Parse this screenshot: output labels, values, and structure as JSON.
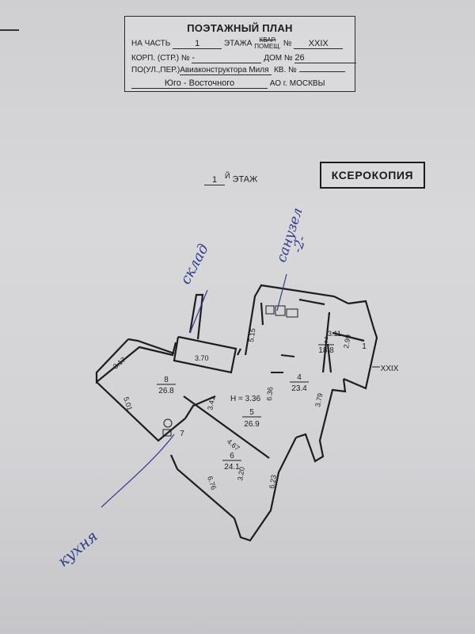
{
  "header": {
    "title": "ПОЭТАЖНЫЙ ПЛАН",
    "row1": {
      "lbl_part": "НА ЧАСТЬ",
      "part": "1",
      "lbl_floors": "ЭТАЖА",
      "kvar": "КВАР.",
      "pomesh": "ПОМЕЩ.",
      "lbl_num": "№",
      "num": "XXIX"
    },
    "row2": {
      "lbl_korp": "КОРП. (СТР.) №",
      "korp": "-",
      "lbl_dom": "ДОМ №",
      "dom": "26"
    },
    "row3": {
      "lbl_street": "ПО(УЛ.,ПЕР.)",
      "street": "Авиаконструктора Миля",
      "lbl_kv": "КВ. №",
      "kv": ""
    },
    "row4": {
      "okrug": "Юго - Восточного",
      "suffix": "АО г. МОСКВЫ"
    }
  },
  "floor": {
    "number": "1",
    "suffix": "Й",
    "label": "ЭТАЖ"
  },
  "xerocopy_stamp": "КСЕРОКОПИЯ",
  "plan": {
    "rooms": [
      {
        "id": "1",
        "area": ""
      },
      {
        "id": "2",
        "area": "18.8"
      },
      {
        "id": "4",
        "area": "23.4"
      },
      {
        "id": "5",
        "area": "26.9"
      },
      {
        "id": "6",
        "area": "24.1"
      },
      {
        "id": "7",
        "area": ""
      },
      {
        "id": "8",
        "area": "26.8"
      }
    ],
    "height": "H = 3.36",
    "room_number_mark": "XXIX",
    "dimensions": [
      "3.17",
      "3.70",
      "5.15",
      "3.11",
      "2.99",
      "6.36",
      "3.79",
      "3.41",
      "5.01",
      "4.67",
      "6.76",
      "3.20",
      "6.23"
    ]
  },
  "handwriting": {
    "sklad": "склад",
    "sanuzel": "санузел",
    "n2": "-2-",
    "kuhnya": "кухня"
  },
  "colors": {
    "paper": "#d6d6d8",
    "ink": "#1d1d20",
    "pen": "#2e3a8c"
  }
}
